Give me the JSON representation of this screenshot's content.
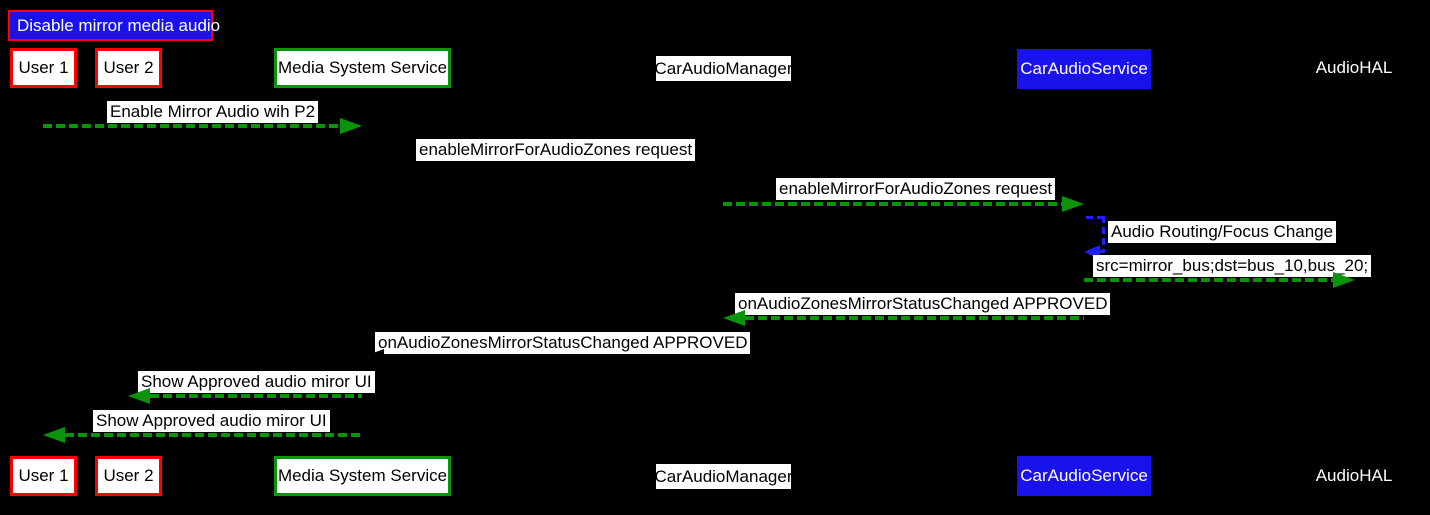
{
  "diagram": {
    "title": "Disable mirror media audio",
    "type": "sequence-diagram",
    "background": "#000000",
    "colors": {
      "arrow_green": "#0b930b",
      "arrow_blue": "#1f1fff",
      "arrow_hidden": "#000000",
      "red_border": "#ff0000",
      "green_border": "#0b930b",
      "blue_fill": "#1a12ea",
      "label_bg": "#ffffff",
      "label_text": "#000000",
      "text_on_dark": "#ffffff"
    },
    "actors": [
      {
        "name": "User 1",
        "style": "red-box"
      },
      {
        "name": "User 2",
        "style": "red-box"
      },
      {
        "name": "Media System Service",
        "style": "green-box"
      },
      {
        "name": "CarAudioManager",
        "style": "white-label"
      },
      {
        "name": "CarAudioService",
        "style": "blue-box"
      },
      {
        "name": "AudioHAL",
        "style": "bare"
      }
    ],
    "messages": [
      {
        "label": "Enable Mirror Audio wih P2",
        "from": "User 1",
        "to": "Media System Service",
        "color": "green",
        "direction": "right"
      },
      {
        "label": "enableMirrorForAudioZones request",
        "from": "Media System Service",
        "to": "CarAudioManager",
        "color": "black",
        "direction": "right"
      },
      {
        "label": "enableMirrorForAudioZones request",
        "from": "CarAudioManager",
        "to": "CarAudioService",
        "color": "green",
        "direction": "right"
      },
      {
        "label": "Audio Routing/Focus Change",
        "from": "CarAudioService",
        "to": "CarAudioService",
        "color": "blue",
        "direction": "self"
      },
      {
        "label": "src=mirror_bus;dst=bus_10,bus_20;",
        "from": "CarAudioService",
        "to": "AudioHAL",
        "color": "green",
        "direction": "right"
      },
      {
        "label": "onAudioZonesMirrorStatusChanged APPROVED",
        "from": "CarAudioService",
        "to": "CarAudioManager",
        "color": "green",
        "direction": "left"
      },
      {
        "label": "onAudioZonesMirrorStatusChanged APPROVED",
        "from": "CarAudioManager",
        "to": "Media System Service",
        "color": "black",
        "direction": "left"
      },
      {
        "label": "Show Approved audio miror UI",
        "from": "Media System Service",
        "to": "User 2",
        "color": "green",
        "direction": "left"
      },
      {
        "label": "Show Approved audio miror UI",
        "from": "Media System Service",
        "to": "User 1",
        "color": "green",
        "direction": "left"
      }
    ]
  }
}
